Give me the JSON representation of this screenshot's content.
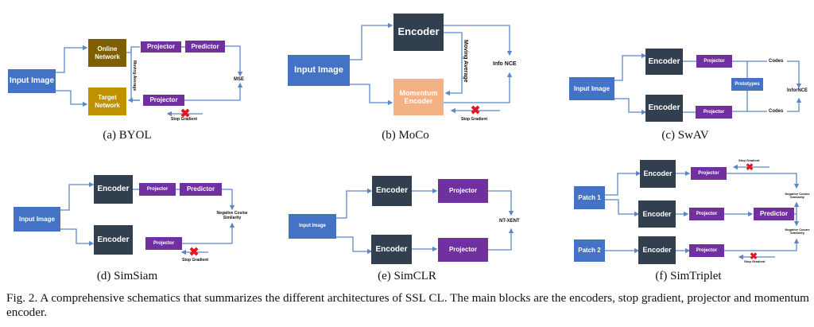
{
  "colors": {
    "input_blue": "#4472c4",
    "encoder_dark": "#323f4f",
    "projector_purple": "#7030a0",
    "online_brown": "#7f6000",
    "target_gold": "#bf9000",
    "momentum_orange": "#f4b183",
    "prototypes_blue": "#4472c4",
    "arrow_blue": "#5b87c8",
    "stop_red": "#e8141b"
  },
  "panels": {
    "byol": {
      "subcaption": "(a) BYOL",
      "input": "Input Image",
      "online": "Online Network",
      "target": "Target Network",
      "projector_top": "Projector",
      "predictor": "Predictor",
      "projector_bottom": "Projector",
      "moving_average": "Moving Average",
      "loss": "MSE",
      "stop_gradient": "Stop Gradient"
    },
    "moco": {
      "subcaption": "(b) MoCo",
      "input": "Input Image",
      "encoder": "Encoder",
      "momentum_encoder": "Momentum Encoder",
      "moving_average": "Moving Average",
      "loss": "Info NCE",
      "stop_gradient": "Stop Gradient"
    },
    "swav": {
      "subcaption": "(c) SwAV",
      "input": "Input Image",
      "encoder_top": "Encoder",
      "encoder_bottom": "Encoder",
      "projector_top": "Projector",
      "projector_bottom": "Projector",
      "prototypes": "Prototypes",
      "codes_top": "Codes",
      "codes_bottom": "Codes",
      "loss": "InforNCE"
    },
    "simsiam": {
      "subcaption": "(d) SimSiam",
      "input": "Input Image",
      "encoder_top": "Encoder",
      "encoder_bottom": "Encoder",
      "projector_top": "Projector",
      "predictor": "Predictor",
      "projector_bottom": "Projector",
      "loss": "Negative Cosine Similarity",
      "stop_gradient": "Stop Gradient"
    },
    "simclr": {
      "subcaption": "(e) SimCLR",
      "input": "Input Image",
      "encoder_top": "Encoder",
      "encoder_bottom": "Encoder",
      "projector_top": "Projector",
      "projector_bottom": "Projector",
      "loss": "NT-XENT"
    },
    "simtriplet": {
      "subcaption": "(f) SimTriplet",
      "patch1": "Patch 1",
      "patch2": "Patch 2",
      "encoder_1": "Encoder",
      "encoder_2": "Encoder",
      "encoder_3": "Encoder",
      "projector_1": "Projector",
      "projector_2": "Projector",
      "projector_3": "Projector",
      "predictor": "Predictor",
      "loss_top": "Negative Cosine Similarity",
      "loss_bottom": "Negative Cosine Similarity",
      "stop_gradient_top": "Stop Gradient",
      "stop_gradient_bottom": "Stop Gradient"
    }
  },
  "caption": "Fig. 2.  A comprehensive schematics that summarizes the different architectures of SSL CL. The main blocks are the encoders, stop gradient, projector and momentum encoder."
}
